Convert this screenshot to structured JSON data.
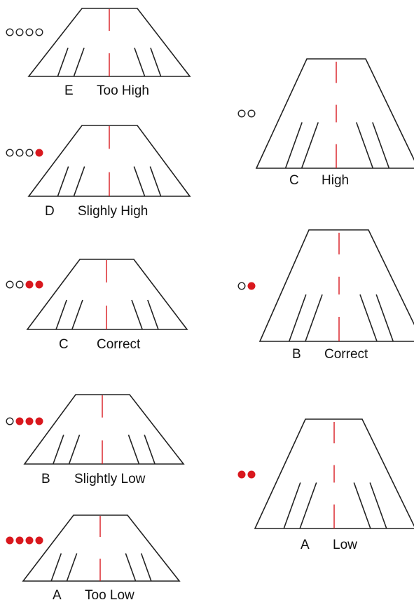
{
  "colors": {
    "light": "#d9181e",
    "stroke": "#222222",
    "centerline": "#d9181e"
  },
  "panels": [
    {
      "id": "left-e",
      "letter": "E",
      "text": "Too High",
      "lights": [
        "white",
        "white",
        "white",
        "white"
      ]
    },
    {
      "id": "left-d",
      "letter": "D",
      "text": "Slighly High",
      "lights": [
        "white",
        "white",
        "white",
        "red"
      ]
    },
    {
      "id": "left-c",
      "letter": "C",
      "text": "Correct",
      "lights": [
        "white",
        "white",
        "red",
        "red"
      ]
    },
    {
      "id": "left-b",
      "letter": "B",
      "text": "Slightly Low",
      "lights": [
        "white",
        "red",
        "red",
        "red"
      ]
    },
    {
      "id": "left-a",
      "letter": "A",
      "text": "Too Low",
      "lights": [
        "red",
        "red",
        "red",
        "red"
      ]
    },
    {
      "id": "right-c",
      "letter": "C",
      "text": "High",
      "lights": [
        "white",
        "white"
      ]
    },
    {
      "id": "right-b",
      "letter": "B",
      "text": "Correct",
      "lights": [
        "white",
        "red"
      ]
    },
    {
      "id": "right-a",
      "letter": "A",
      "text": "Low",
      "lights": [
        "red",
        "red"
      ]
    }
  ]
}
